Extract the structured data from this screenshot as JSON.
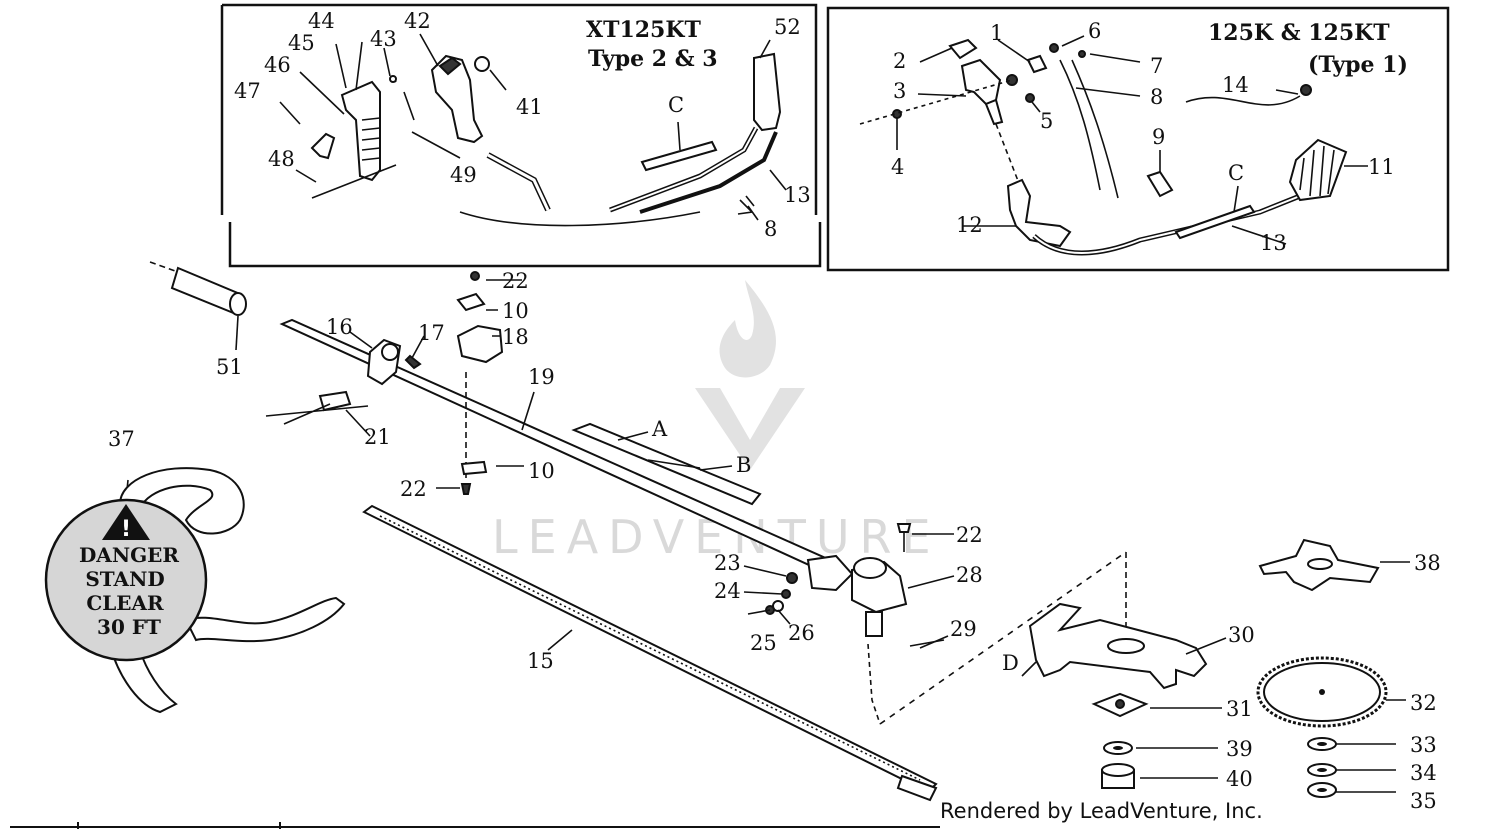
{
  "insets": {
    "left": {
      "title_line1": "XT125KT",
      "title_line2": "Type 2 & 3"
    },
    "right": {
      "title_line1": "125K & 125KT",
      "title_line2": "(Type 1)"
    }
  },
  "labels": {
    "n1": "1",
    "n2": "2",
    "n3": "3",
    "n4": "4",
    "n5": "5",
    "n6": "6",
    "n7": "7",
    "n8a": "8",
    "n8b": "8",
    "n9": "9",
    "n10a": "10",
    "n10b": "10",
    "n11": "11",
    "n12": "12",
    "n13a": "13",
    "n13b": "13",
    "n14": "14",
    "n15": "15",
    "n16": "16",
    "n17": "17",
    "n18": "18",
    "n19": "19",
    "n21": "21",
    "n22a": "22",
    "n22b": "22",
    "n22c": "22",
    "n23": "23",
    "n24": "24",
    "n25": "25",
    "n26": "26",
    "n28": "28",
    "n29": "29",
    "n30": "30",
    "n31": "31",
    "n32": "32",
    "n33": "33",
    "n34": "34",
    "n35": "35",
    "n37": "37",
    "n38": "38",
    "n39": "39",
    "n40": "40",
    "n41": "41",
    "n42": "42",
    "n43": "43",
    "n44": "44",
    "n45": "45",
    "n46": "46",
    "n47": "47",
    "n48": "48",
    "n49": "49",
    "n51": "51",
    "n52": "52",
    "lA": "A",
    "lB": "B",
    "lC1": "C",
    "lC2": "C",
    "lD": "D"
  },
  "danger_sign": {
    "line1": "DANGER",
    "line2": "STAND",
    "line3": "CLEAR",
    "line4": "30 FT"
  },
  "credit": "Rendered by LeadVenture, Inc.",
  "watermark": "LEADVENTURE",
  "colors": {
    "ink": "#111111",
    "sign_fill": "#d6d6d6",
    "watermark": "#d9d9d9"
  }
}
